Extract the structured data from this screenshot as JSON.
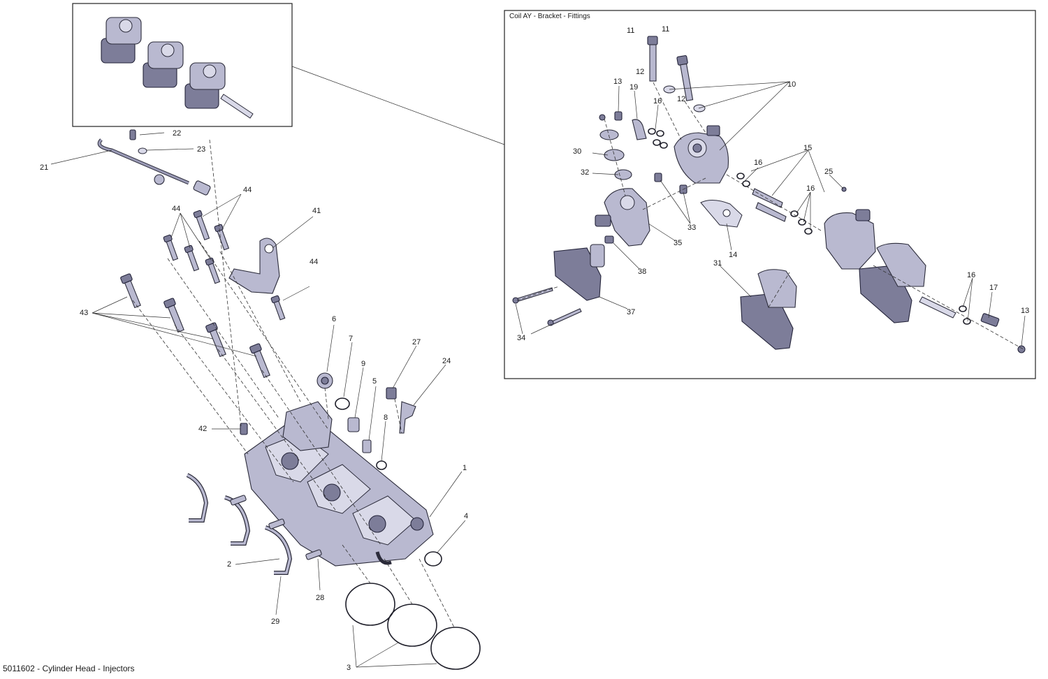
{
  "caption": "5011602 - Cylinder Head - Injectors",
  "inset": {
    "title": "Coil AY - Bracket - Fittings"
  },
  "callouts": {
    "c1": "1",
    "c2": "2",
    "c3": "3",
    "c4": "4",
    "c5": "5",
    "c6": "6",
    "c7": "7",
    "c8": "8",
    "c9": "9",
    "c10": "10",
    "c11a": "11",
    "c11b": "11",
    "c12a": "12",
    "c12b": "12",
    "c13a": "13",
    "c13b": "13",
    "c14": "14",
    "c15": "15",
    "c16a": "16",
    "c16b": "16",
    "c16c": "16",
    "c16d": "16",
    "c17": "17",
    "c19": "19",
    "c21": "21",
    "c22": "22",
    "c23": "23",
    "c24": "24",
    "c25": "25",
    "c27": "27",
    "c28": "28",
    "c29": "29",
    "c30": "30",
    "c31": "31",
    "c32": "32",
    "c33": "33",
    "c34": "34",
    "c35": "35",
    "c37": "37",
    "c38": "38",
    "c41": "41",
    "c42": "42",
    "c43": "43",
    "c44a": "44",
    "c44b": "44",
    "c44c": "44"
  }
}
